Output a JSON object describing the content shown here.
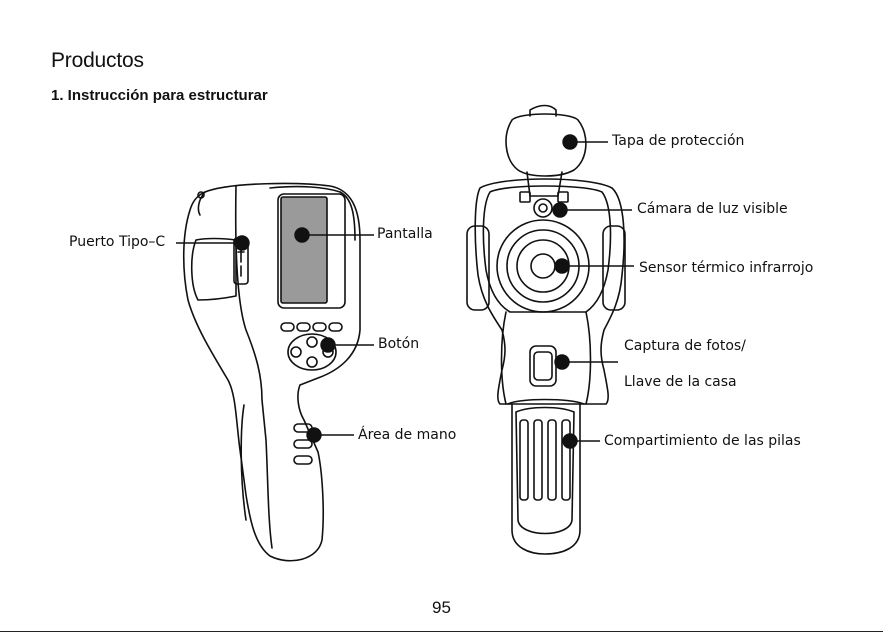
{
  "page": {
    "title": "Productos",
    "subtitle": "1. Instrucción para estructurar",
    "page_number": "95"
  },
  "callouts": {
    "usb_port": "Puerto Tipo–C",
    "screen": "Pantalla",
    "button": "Botón",
    "hand_area": "Área de mano",
    "protective_cover": "Tapa de protección",
    "visible_light_camera": "Cámara de luz visible",
    "infrared_sensor": "Sensor térmico infrarrojo",
    "photo_capture_line1": "Captura de fotos/",
    "photo_capture_line2": "Llave de la casa",
    "battery_compartment": "Compartimiento de las pilas"
  },
  "colors": {
    "ink": "#111111",
    "screen_gray": "#9a9a9a"
  }
}
